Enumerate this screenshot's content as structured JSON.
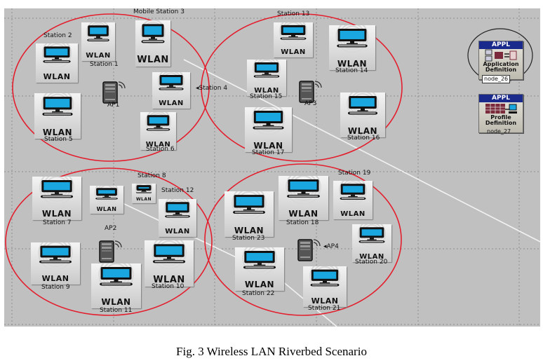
{
  "figure": {
    "caption": "Fig. 3 Wireless LAN Riverbed Scenario",
    "canvas_color": "#c0c0c0",
    "range_circle_color": "#e31e2d",
    "link_color": "#f2f2f2",
    "screen_color": "#1aa7e0"
  },
  "cells": [
    {
      "id": "cell-1",
      "access_point": "AP1",
      "stations": [
        "Station 1",
        "Station 2",
        "Mobile Station 3",
        "Station 4",
        "Station 5",
        "Station 6"
      ]
    },
    {
      "id": "cell-2",
      "access_point": "AP2",
      "stations": [
        "Station 7",
        "Station 8",
        "Station 9",
        "Station 10",
        "Station 11",
        "Station 12"
      ]
    },
    {
      "id": "cell-3",
      "access_point": "AP3",
      "stations": [
        "Station 13",
        "Station 14",
        "Station 15",
        "Station 16",
        "Station 17"
      ]
    },
    {
      "id": "cell-4",
      "access_point": "AP4",
      "stations": [
        "Station 18",
        "Station 19",
        "Station 20",
        "Station 21",
        "Station 22",
        "Station 23"
      ]
    }
  ],
  "stations": [
    {
      "key": "s1",
      "label": "Station 1",
      "badge": "WLAN"
    },
    {
      "key": "s2",
      "label": "Station 2",
      "badge": "WLAN"
    },
    {
      "key": "s3",
      "label": "Mobile Station 3",
      "badge": "WLAN"
    },
    {
      "key": "s4",
      "label": "Station 4",
      "badge": "WLAN"
    },
    {
      "key": "s5",
      "label": "Station 5",
      "badge": "WLAN"
    },
    {
      "key": "s6",
      "label": "Station 6",
      "badge": "WLAN"
    },
    {
      "key": "s7",
      "label": "Station 7",
      "badge": "WLAN"
    },
    {
      "key": "s8",
      "label": "Station 8",
      "badge": "WLAN"
    },
    {
      "key": "s8b",
      "label": "",
      "badge": "WLAN"
    },
    {
      "key": "s9",
      "label": "Station 9",
      "badge": "WLAN"
    },
    {
      "key": "s10",
      "label": "Station 10",
      "badge": "WLAN"
    },
    {
      "key": "s11",
      "label": "Station 11",
      "badge": "WLAN"
    },
    {
      "key": "s12",
      "label": "Station 12",
      "badge": "WLAN"
    },
    {
      "key": "s13",
      "label": "Station 13",
      "badge": "WLAN"
    },
    {
      "key": "s14",
      "label": "Station 14",
      "badge": "WLAN"
    },
    {
      "key": "s15",
      "label": "Station 15",
      "badge": "WLAN"
    },
    {
      "key": "s16",
      "label": "Station 16",
      "badge": "WLAN"
    },
    {
      "key": "s17",
      "label": "Station 17",
      "badge": "WLAN"
    },
    {
      "key": "s18",
      "label": "Station 18",
      "badge": "WLAN"
    },
    {
      "key": "s19",
      "label": "Station 19",
      "badge": "WLAN"
    },
    {
      "key": "s20",
      "label": "Station 20",
      "badge": "WLAN"
    },
    {
      "key": "s21",
      "label": "Station 21",
      "badge": "WLAN"
    },
    {
      "key": "s22",
      "label": "Station 22",
      "badge": "WLAN"
    },
    {
      "key": "s23",
      "label": "Station 23",
      "badge": "WLAN"
    }
  ],
  "access_points": [
    {
      "key": "ap1",
      "label": "AP1"
    },
    {
      "key": "ap2",
      "label": "AP2"
    },
    {
      "key": "ap3",
      "label": "AP3"
    },
    {
      "key": "ap4",
      "label": "AP4"
    }
  ],
  "config_nodes": [
    {
      "key": "node26",
      "header": "APPL",
      "line1": "Application",
      "line2": "Definition",
      "name": "node_26",
      "selected": true
    },
    {
      "key": "node27",
      "header": "APPL",
      "line1": "Profile",
      "line2": "Definition",
      "name": "node_27",
      "selected": false
    }
  ]
}
